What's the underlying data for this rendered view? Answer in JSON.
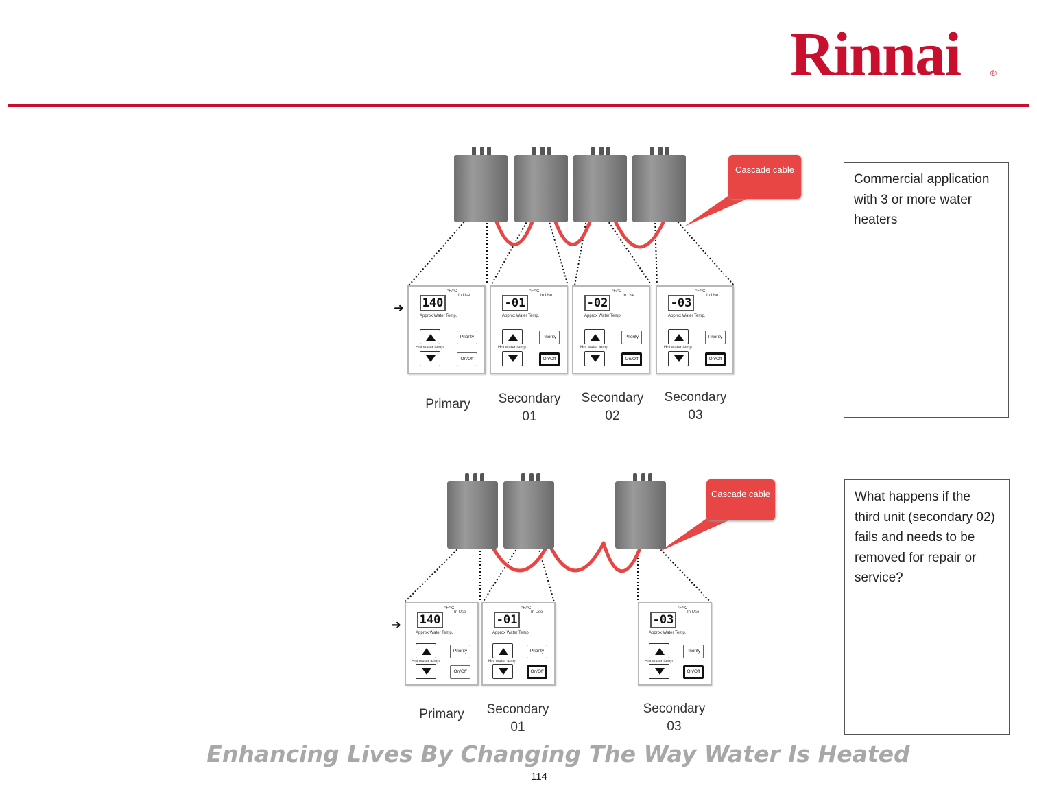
{
  "brand": {
    "logo_text": "Rinnai",
    "registered_mark": "®",
    "accent_color": "#c8102e"
  },
  "diagram_top": {
    "callout": "Cascade cable",
    "units": [
      {
        "display": "140",
        "label_line1": "Primary",
        "label_line2": ""
      },
      {
        "display": "-01",
        "label_line1": "Secondary",
        "label_line2": "01"
      },
      {
        "display": "-02",
        "label_line1": "Secondary",
        "label_line2": "02"
      },
      {
        "display": "-03",
        "label_line1": "Secondary",
        "label_line2": "03"
      }
    ],
    "note": "Commercial application with 3 or more water heaters"
  },
  "diagram_bottom": {
    "callout": "Cascade cable",
    "units": [
      {
        "display": "140",
        "label_line1": "Primary",
        "label_line2": ""
      },
      {
        "display": "-01",
        "label_line1": "Secondary",
        "label_line2": "01"
      },
      {
        "display": "-03",
        "label_line1": "Secondary",
        "label_line2": "03"
      }
    ],
    "note": "What happens if the third unit (secondary 02) fails and needs to be removed for repair or service?"
  },
  "panel_text": {
    "unit_mark": "°F/°C",
    "in_use": "In Use",
    "approx_temp": "Approx Water Temp.",
    "hot_water_temp": "Hot water temp.",
    "priority": "Priority",
    "on_off": "On/Off"
  },
  "tagline": "Enhancing Lives By Changing The Way Water Is Heated",
  "page_number": "114"
}
